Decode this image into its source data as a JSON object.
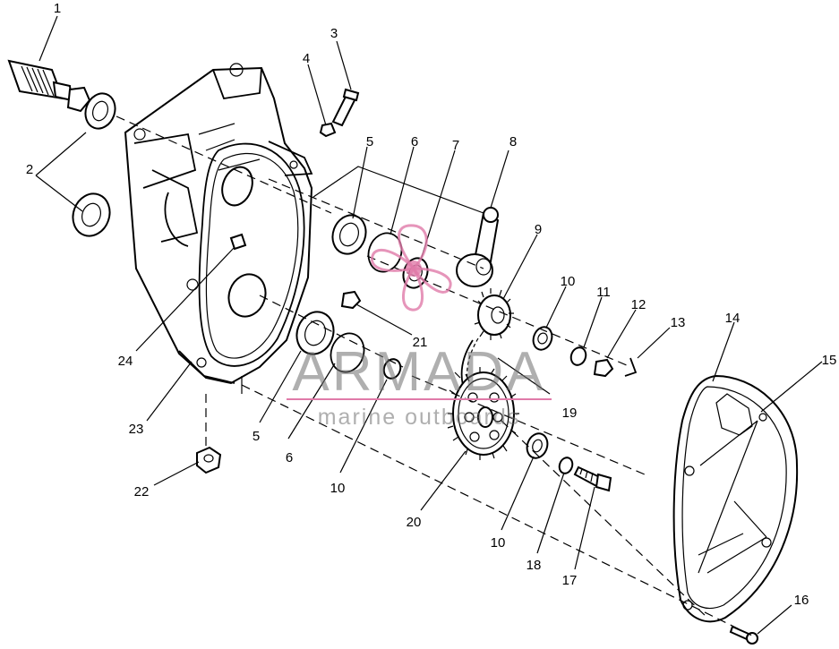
{
  "watermark": {
    "brand": "ARMADA",
    "tagline": "marine outboards",
    "logo_color": "#e07aa9"
  },
  "callouts": [
    {
      "id": "1",
      "text": "1"
    },
    {
      "id": "2",
      "text": "2"
    },
    {
      "id": "3",
      "text": "3"
    },
    {
      "id": "4",
      "text": "4"
    },
    {
      "id": "5a",
      "text": "5"
    },
    {
      "id": "6a",
      "text": "6"
    },
    {
      "id": "7",
      "text": "7"
    },
    {
      "id": "8",
      "text": "8"
    },
    {
      "id": "9",
      "text": "9"
    },
    {
      "id": "10a",
      "text": "10"
    },
    {
      "id": "11",
      "text": "11"
    },
    {
      "id": "12",
      "text": "12"
    },
    {
      "id": "13",
      "text": "13"
    },
    {
      "id": "14",
      "text": "14"
    },
    {
      "id": "15",
      "text": "15"
    },
    {
      "id": "16",
      "text": "16"
    },
    {
      "id": "17",
      "text": "17"
    },
    {
      "id": "18",
      "text": "18"
    },
    {
      "id": "10b",
      "text": "10"
    },
    {
      "id": "19",
      "text": "19"
    },
    {
      "id": "20",
      "text": "20"
    },
    {
      "id": "10c",
      "text": "10"
    },
    {
      "id": "21",
      "text": "21"
    },
    {
      "id": "22",
      "text": "22"
    },
    {
      "id": "23",
      "text": "23"
    },
    {
      "id": "5b",
      "text": "5"
    },
    {
      "id": "6b",
      "text": "6"
    },
    {
      "id": "24",
      "text": "24"
    }
  ]
}
